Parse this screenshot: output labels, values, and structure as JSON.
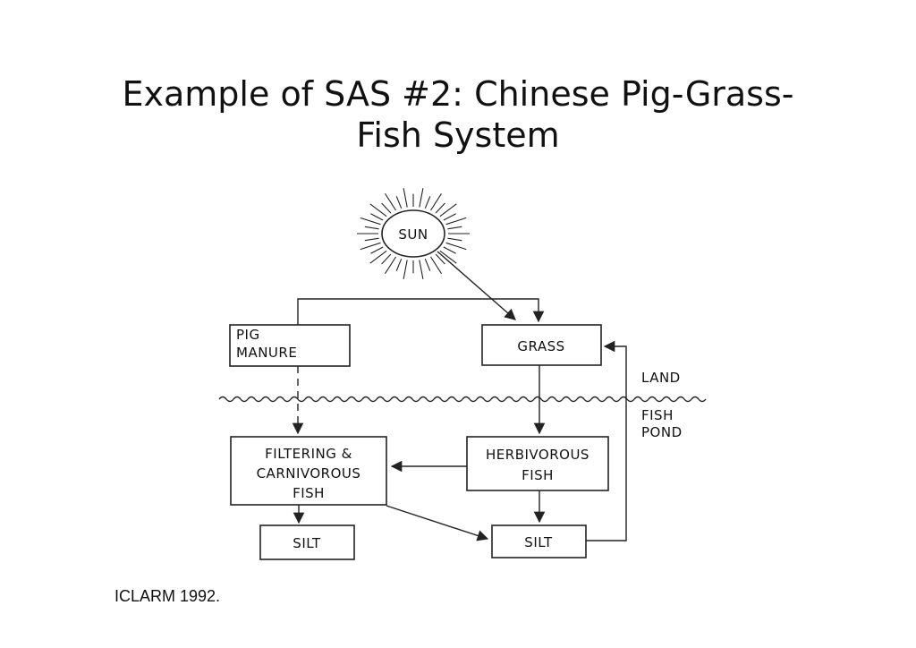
{
  "slide": {
    "title_line1": "Example of SAS #2: Chinese Pig-Grass-",
    "title_line2": "Fish System",
    "source": "ICLARM 1992."
  },
  "diagram": {
    "sun": "SUN",
    "pig_manure_line1": "PIG",
    "pig_manure_line2": "MANURE",
    "grass": "GRASS",
    "land": "LAND",
    "fish_pond_line1": "FISH",
    "fish_pond_line2": "POND",
    "filtering_line1": "FILTERING &",
    "filtering_line2": "CARNIVOROUS",
    "filtering_line3": "FISH",
    "herbivorous_line1": "HERBIVOROUS",
    "herbivorous_line2": "FISH",
    "silt_left": "SILT",
    "silt_right": "SILT"
  }
}
